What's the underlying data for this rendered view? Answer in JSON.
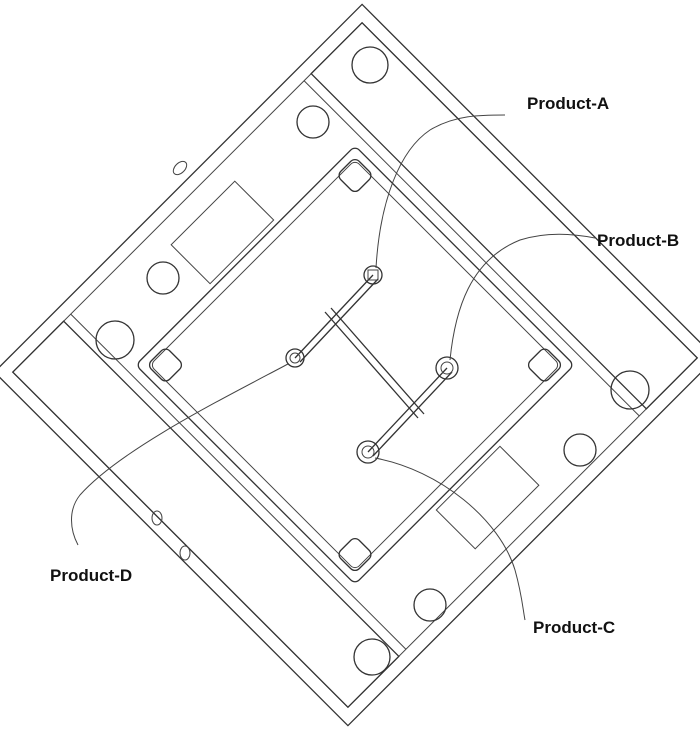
{
  "labels": {
    "product_a": "Product-A",
    "product_b": "Product-B",
    "product_c": "Product-C",
    "product_d": "Product-D"
  },
  "colors": {
    "line": "#333333",
    "text": "#111111",
    "background": "#ffffff"
  }
}
